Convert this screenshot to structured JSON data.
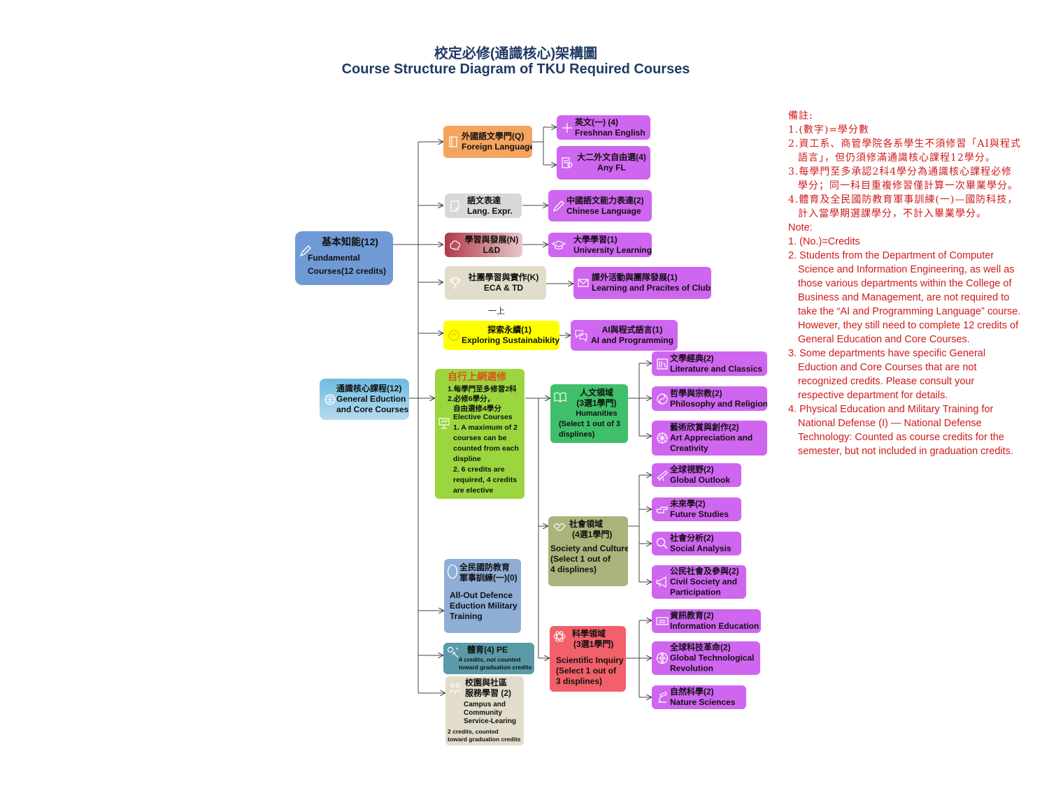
{
  "title_zh": "校定必修(通識核心)架構圖",
  "title_en": "Course Structure Diagram of TKU Required Courses",
  "fundamental": {
    "zh": "基本知能(12)",
    "en1": "Fundamental",
    "en2": "Courses(12 credits)"
  },
  "gecore": {
    "zh": "通識核心課程(12)",
    "en1": "General Eduction",
    "en2": "and Core Courses"
  },
  "foreign": {
    "zh": "外國語文學門(Q)",
    "en": "Foreign Language"
  },
  "english": {
    "zh": "英文(一) (4)",
    "en": "Freshnan English"
  },
  "anyfl": {
    "zh": "大二外文自由選(4)",
    "en": "Any FL"
  },
  "langexpr": {
    "zh": "語文表達",
    "en": "Lang. Expr."
  },
  "chinese": {
    "zh": "中國語文能力表達(2)",
    "en": "Chinese Language"
  },
  "ld": {
    "zh": "學習與發展(N)",
    "en": "L&D"
  },
  "univ": {
    "zh": "大學學習(1)",
    "en": "University Learning"
  },
  "eca": {
    "zh": "社團學習與實作(K)",
    "en": "ECA & TD"
  },
  "clubs": {
    "zh": "課外活動與團隊發展(1)",
    "en": "Learning and Pracites of Clubs"
  },
  "upper_label": "一上",
  "sustain": {
    "zh": "探索永續(1)",
    "en": "Exploring Sustainabikity"
  },
  "ai": {
    "zh": "AI與程式語言(1)",
    "en": "AI and Programming"
  },
  "elective": {
    "head": "自行上網選修",
    "zh1": "1.每學門至多修習2科",
    "zh2": "2.必修6學分，",
    "zh3": "自由選修4學分",
    "en1": "Elective Courses",
    "en2": "1. A maximum of 2",
    "en3": "courses can be",
    "en4": "counted from each",
    "en5": "displine",
    "en6": "2. 6 credits are",
    "en7": "required, 4 credits",
    "en8": "are elective"
  },
  "humanities": {
    "zh1": "人文領域",
    "zh2": "(3選1學門)",
    "en1": "Humanities",
    "en2": "(Select 1 out of 3",
    "en3": "displines)"
  },
  "literature": {
    "zh": "文學經典(2)",
    "en": "Literature and  Classics"
  },
  "philosophy": {
    "zh": "哲學與宗教(2)",
    "en": "Philosophy and Religion"
  },
  "art": {
    "zh": "藝術欣賞與創作(2)",
    "en1": "Art Appreciation and",
    "en2": "Creativity"
  },
  "society": {
    "zh1": "社會領域",
    "zh2": "(4選1學門)",
    "en1": "Society and Culture",
    "en2": "(Select 1 out of",
    "en3": "4 displines)"
  },
  "global": {
    "zh": "全球視野(2)",
    "en": "Global Outlook"
  },
  "future": {
    "zh": "未來學(2)",
    "en": "Future Studies"
  },
  "social": {
    "zh": "社會分析(2)",
    "en": "Social Analysis"
  },
  "civil": {
    "zh": "公民社會及參與(2)",
    "en1": "Civil Society and",
    "en2": "Participation"
  },
  "science": {
    "zh1": "科學領域",
    "zh2": "(3選1學門)",
    "en1": "Scientific Inquiry",
    "en2": "(Select 1 out of",
    "en3": "3 displines)"
  },
  "info": {
    "zh": "資訊教育(2)",
    "en": "Information Education"
  },
  "tech": {
    "zh": "全球科技革命(2)",
    "en1": "Global Technological",
    "en2": "Revolution"
  },
  "nature": {
    "zh": "自然科學(2)",
    "en": "Nature Sciences"
  },
  "defence": {
    "zh1": "全民國防教育",
    "zh2": "軍事訓練(一)(0)",
    "en1": "All-Out Defence",
    "en2": "Eduction Military",
    "en3": "Training"
  },
  "pe": {
    "zh": "體育(4) PE",
    "en1": "4 credits, not counted",
    "en2": "toward graduation credits"
  },
  "service": {
    "zh1": "校園與社區",
    "zh2": "服務學習 (2)",
    "en1": "Campus and",
    "en2": "Community",
    "en3": "Service-Learing",
    "en4": "2 credits, counted",
    "en5": "toward graduation credits"
  },
  "notes": {
    "cn_head": "備註:",
    "cn1": "1.(數字)=學分數",
    "cn2": "2.資工系、商管學院各系學生不須修習「AI與程式語言」，但仍須修滿通識核心課程12學分。",
    "cn3": "3.每學門至多承認2科4學分為通識核心課程必修學分；同一科目重複修習僅計算一次畢業學分。",
    "cn4": "4.體育及全民國防教育軍事訓練(一)—國防科技，計入當學期選課學分，不計入畢業學分。",
    "en_head": "Note:",
    "en1": "1. (No.)=Credits",
    "en2": "2. Students from the Department of Computer Science and Information Engineering, as well as those various departments within the College of Business and Management, are not required to take the “AI and Programming Language” course. However, they still need to complete 12 credits of General Education and Core Courses.",
    "en3": "3. Some departments have specific General Eduction and Core Courses that are not recognized credits. Please consult your respective department for details.",
    "en4": "4. Physical Education and Military Training for National Defense (I) — National Defense Technology: Counted as course credits for the semester, but not included in graduation credits."
  }
}
